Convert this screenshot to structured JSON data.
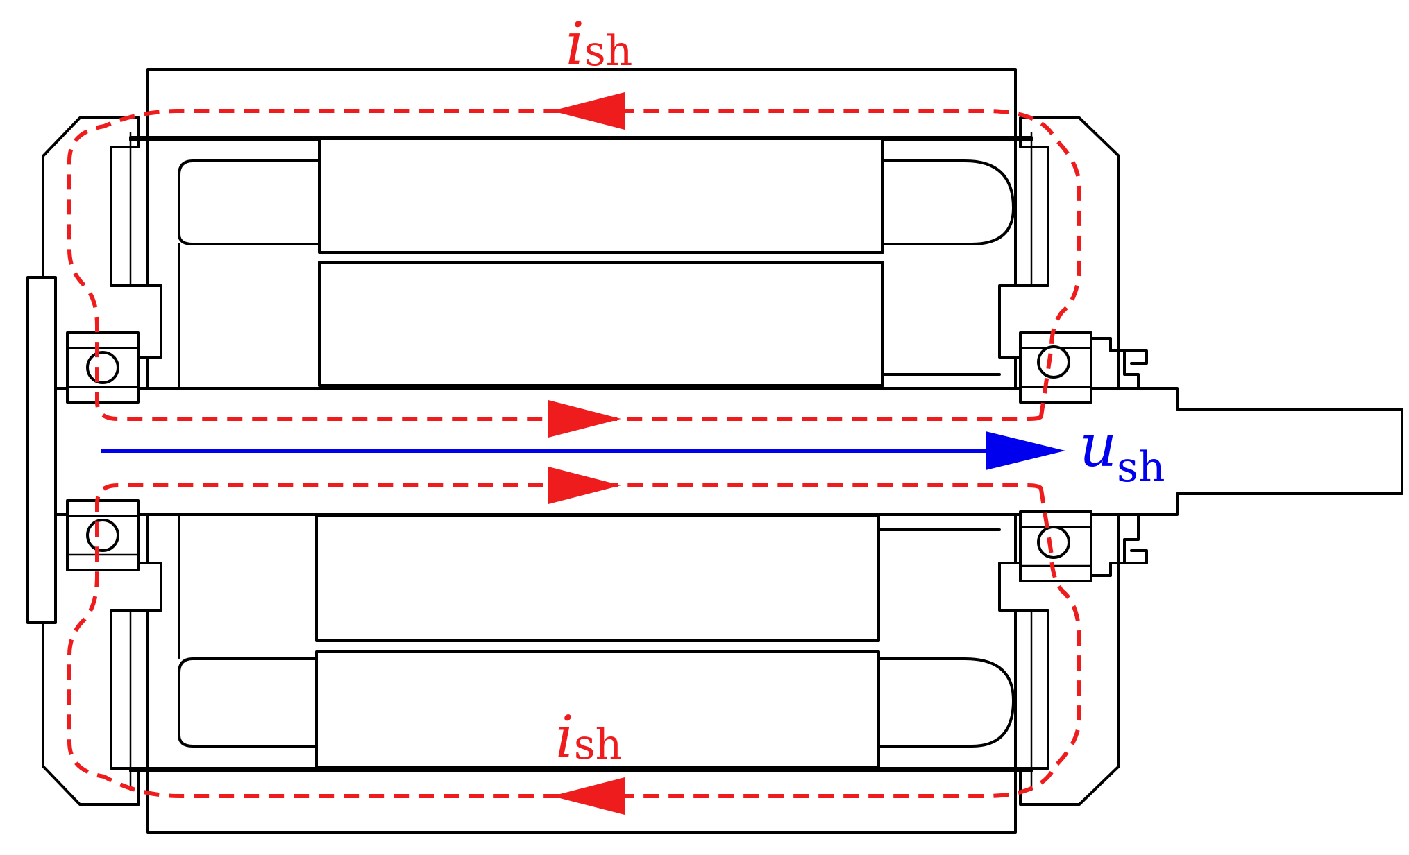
{
  "labels": {
    "current_top": {
      "symbol": "i",
      "subscript": "sh"
    },
    "current_bottom": {
      "symbol": "i",
      "subscript": "sh"
    },
    "shaft_voltage": {
      "symbol": "u",
      "subscript": "sh"
    }
  },
  "colors": {
    "current": "#ee1c1c",
    "voltage": "#0000ee",
    "outline": "#000000"
  }
}
